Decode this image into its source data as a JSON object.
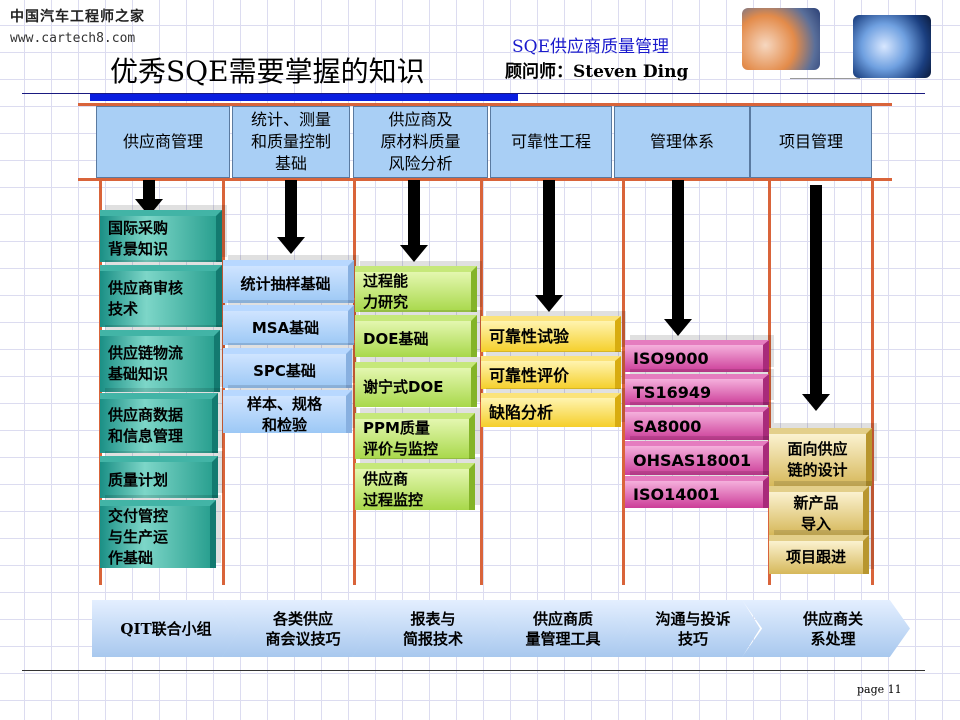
{
  "logo": {
    "name": "中国汽车工程师之家",
    "url": "www.cartech8.com"
  },
  "title": "优秀SQE需要掌握的知识",
  "subtitle": "SQE供应商质量管理",
  "consultant": "顾问师：Steven Ding",
  "columns": [
    {
      "header": "供应商管理",
      "items": [
        "国际采购\n背景知识",
        "供应商审核\n技术",
        "供应链物流\n基础知识",
        "供应商数据\n和信息管理",
        "质量计划",
        "交付管控\n与生产运\n作基础"
      ]
    },
    {
      "header": "统计、测量\n和质量控制\n基础",
      "items": [
        "统计抽样基础",
        "MSA基础",
        "SPC基础",
        "样本、规格\n和检验"
      ]
    },
    {
      "header": "供应商及\n原材料质量\n风险分析",
      "items": [
        "过程能\n力研究",
        "DOE基础",
        "谢宁式DOE",
        "PPM质量\n评价与监控",
        "供应商\n过程监控"
      ]
    },
    {
      "header": "可靠性工程",
      "items": [
        "可靠性试验",
        "可靠性评价",
        "缺陷分析"
      ]
    },
    {
      "header": "管理体系",
      "items": [
        "ISO9000",
        "TS16949",
        "SA8000",
        "OHSAS18001",
        "ISO14001"
      ]
    },
    {
      "header": "项目管理",
      "items": [
        "面向供应\n链的设计",
        "新产品\n导入",
        "项目跟进"
      ]
    }
  ],
  "bottom_flow": [
    "QIT联合小组",
    "各类供应\n商会议技巧",
    "报表与\n简报技术",
    "供应商质\n量管理工具",
    "沟通与投诉\n技巧",
    "供应商关\n系处理"
  ],
  "page": "page 11"
}
